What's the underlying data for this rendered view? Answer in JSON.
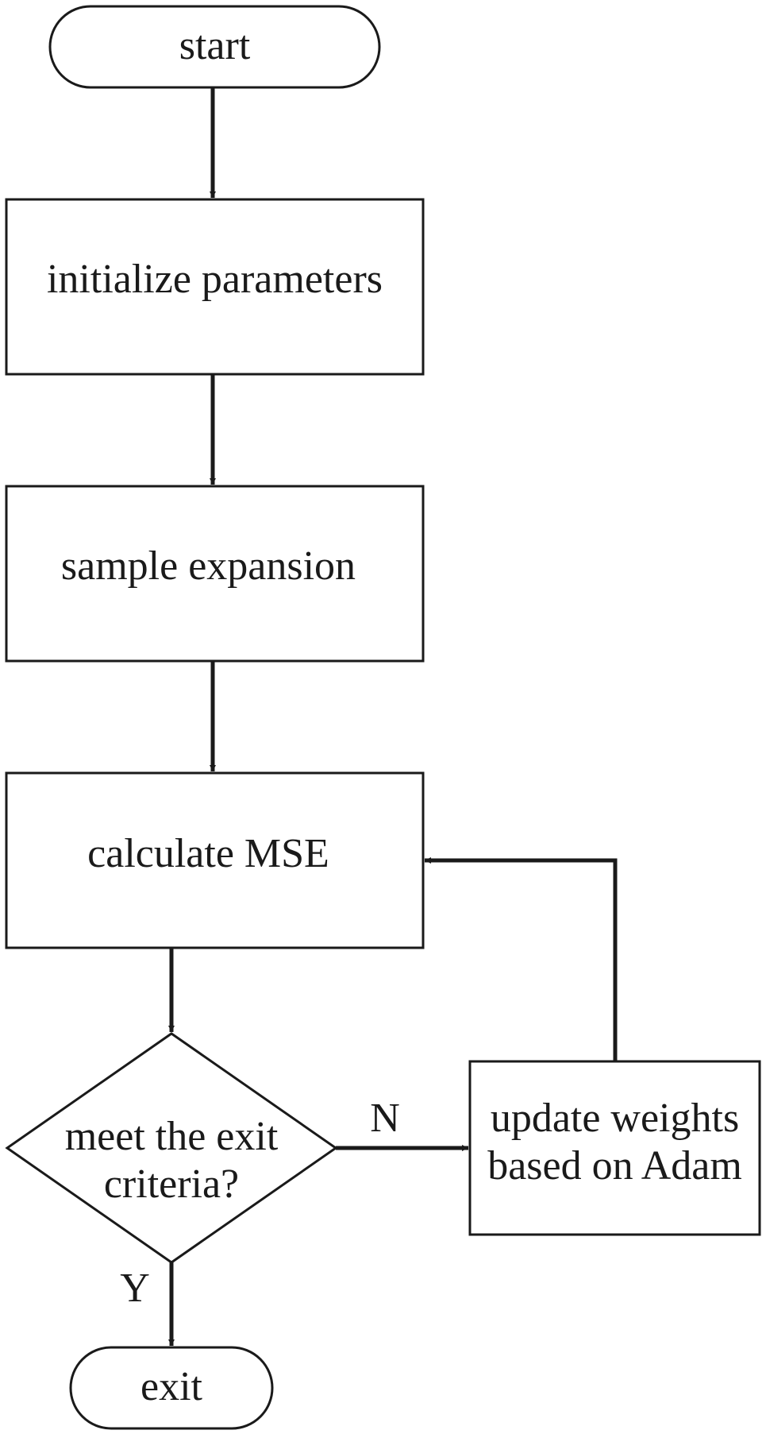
{
  "colors": {
    "stroke": "#1a1a1a",
    "background": "#ffffff"
  },
  "nodes": {
    "start": "start",
    "init": "initialize parameters",
    "expand": "sample expansion",
    "mse": "calculate MSE",
    "decision_line1": "meet the exit",
    "decision_line2": "criteria?",
    "update_line1": "update weights",
    "update_line2": "based on Adam",
    "exit": "exit"
  },
  "edges": {
    "no_label": "N",
    "yes_label": "Y"
  }
}
